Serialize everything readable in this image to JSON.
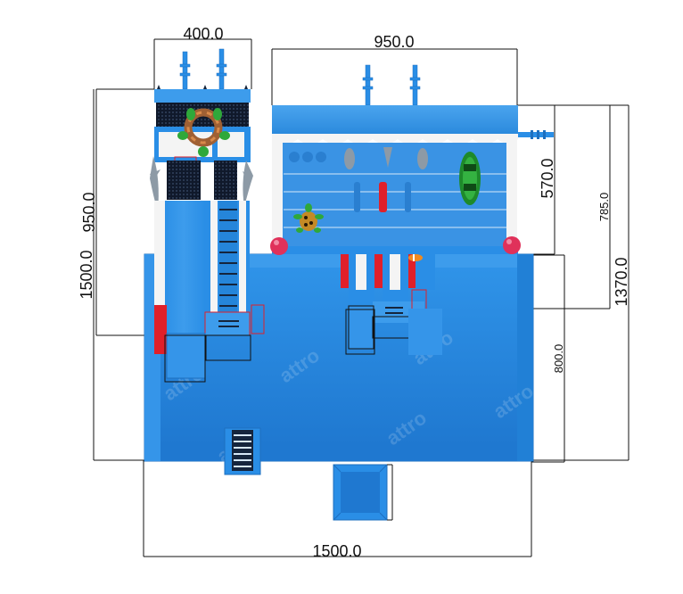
{
  "dimensions": {
    "top_left_width": "400.0",
    "top_right_width": "950.0",
    "left_inner_height": "950.0",
    "left_outer_height": "1500.0",
    "right_upper_height": "570.0",
    "right_mid_height": "785.0",
    "right_outer_height": "1370.0",
    "pool_height": "800.0",
    "bottom_width": "1500.0"
  },
  "watermark": "attro",
  "colors": {
    "blue": "#2a8ee6",
    "blue_dark": "#1f6fc0",
    "blue_light": "#58adf0",
    "red": "#e0202a",
    "white": "#f4f4f4",
    "navy": "#15253d",
    "green": "#2fa83a",
    "pink": "#e0315a"
  }
}
